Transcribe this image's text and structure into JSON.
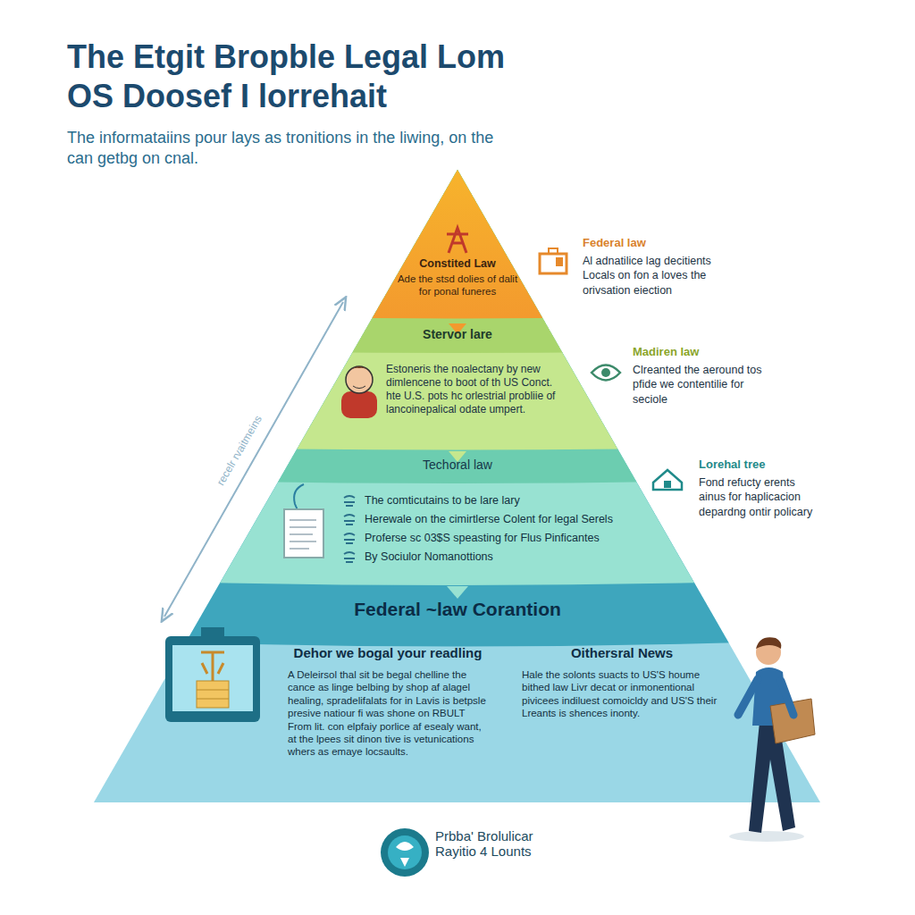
{
  "diagram": {
    "title": "The Etgit Bropble Legal Lom OS Doosef I lorrehait",
    "nodes": [
      {
        "text": [
          "Constited Law",
          "Ade the stsd dolies of dalit for ponal funeres"
        ]
      },
      {
        "text": [
          "Stervor lare"
        ]
      },
      {
        "text": [
          "Estoneris the noalectany by new dimlencene to boot of th US Conct. hte U.S. pots hc orlestrial probliie of lancoinepalical odate umpert."
        ]
      },
      {
        "text": [
          "Techoral law"
        ]
      },
      {
        "text": [
          "The comticutains to be lare lary",
          "Herewale on the cimirtlerse Colent for legal Serels",
          "Proferse sc 03$S speasting for Flus Pinficantes",
          "By Sociulor Nomanottions"
        ]
      },
      {
        "text": [
          "Federal ~law Corantion"
        ]
      },
      {
        "text": [
          "Dehor we bogal your readling",
          "A Deleirsol thal sit be begal chelline the cance as linge belbing by shop af alagel healing, spradelifalats for in Lavis is betpsle presive natiour fi was shone on RBULT From lit. con elpfaiy porlice af esealy want, at the lpees sit dinon tive is vetunications whers as emaye locsaults."
        ]
      },
      {
        "text": [
          "Oithersral News",
          "Hale the solonts suacts to US'S houme bithed law Livr decat or inmonentional pivicees indiluest comoicldy and US'S their Lreants is shences inonty."
        ]
      }
    ],
    "labels": [
      "The informataiins pour lays as tronitions in the liwing, on the can getbg on cnal.",
      "Federal law",
      "Al adnatilice lag decitients Locals on fon a loves the orivsation eiection",
      "Madiren law",
      "Clreanted the aeround tos pfide we contentilie for seciole",
      "Lorehal tree",
      "Fond refucty erents ainus for haplicacion depardng ontir policary",
      "recelr rvaitmeins",
      "Prbba' Brolulicar Rayitio 4 Lounts"
    ]
  }
}
